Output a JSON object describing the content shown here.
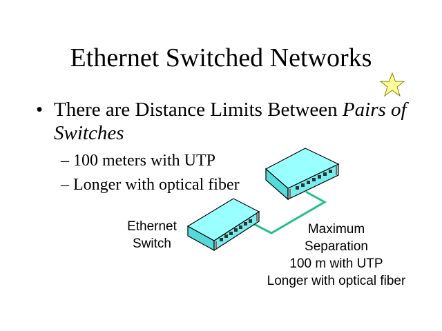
{
  "title": "Ethernet Switched Networks",
  "bullet": {
    "marker": "•",
    "text_plain": "There are Distance Limits Between ",
    "text_italic": "Pairs of Switches"
  },
  "sub_items": [
    "– 100 meters with UTP",
    "– Longer with optical fiber"
  ],
  "labels": {
    "switch": [
      "Ethernet",
      "Switch"
    ],
    "separation": [
      "Maximum",
      "Separation",
      "100 m with UTP",
      "Longer with optical fiber"
    ]
  },
  "colors": {
    "switch": "#99ffff",
    "cable": "#22c08a",
    "star": "#ffff99"
  }
}
